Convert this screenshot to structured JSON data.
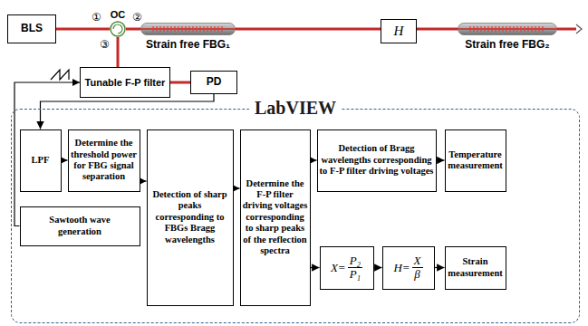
{
  "diagram": {
    "nodes": [
      {
        "text": [
          "BLS"
        ]
      },
      {
        "text": [
          "OC"
        ]
      },
      {
        "text": [
          "Strain free FBG₁"
        ]
      },
      {
        "text": [
          "H"
        ]
      },
      {
        "text": [
          "Strain free FBG₂"
        ]
      },
      {
        "text": [
          "Tunable F-P filter"
        ]
      },
      {
        "text": [
          "PD"
        ]
      },
      {
        "text": [
          "LabVIEW"
        ]
      },
      {
        "text": [
          "LPF"
        ],
        "in": 7
      },
      {
        "text": [
          "Determine the threshold power for FBG signal separation"
        ],
        "in": 7
      },
      {
        "text": [
          "Sawtooth wave generation"
        ],
        "in": 7
      },
      {
        "text": [
          "Detection of sharp peaks corresponding to FBGs Bragg wavelengths"
        ],
        "in": 7
      },
      {
        "text": [
          "Determine the F-P filter driving voltages corresponding to sharp peaks of the reflection spectra"
        ],
        "in": 7
      },
      {
        "text": [
          "Detection of Bragg wavelengths corresponding to F-P filter driving voltages"
        ],
        "in": 7
      },
      {
        "text": [
          "Temperature measurement"
        ],
        "in": 7
      },
      {
        "text": [
          "X=",
          "P₂",
          "P₁"
        ],
        "in": 7
      },
      {
        "text": [
          "H=",
          "X",
          "β"
        ],
        "in": 7
      },
      {
        "text": [
          "Strain measurement"
        ],
        "in": 7
      }
    ],
    "edges": [
      {
        "from": 0,
        "to": 1,
        "arrow": "none"
      },
      {
        "from": 1,
        "to": 2,
        "arrow": "none"
      },
      {
        "from": 2,
        "to": 3,
        "arrow": "none"
      },
      {
        "from": 3,
        "to": 4,
        "arrow": "none"
      },
      {
        "from": 1,
        "to": 5,
        "arrow": "none"
      },
      {
        "from": 5,
        "to": 6,
        "arrow": "none"
      },
      {
        "from": 6,
        "to": 8,
        "arrow": "to"
      },
      {
        "from": 8,
        "to": 9,
        "arrow": "to"
      },
      {
        "from": 9,
        "to": 11,
        "arrow": "to"
      },
      {
        "from": 11,
        "to": 12,
        "arrow": "to"
      },
      {
        "from": 12,
        "to": 13,
        "arrow": "to"
      },
      {
        "from": 13,
        "to": 14,
        "arrow": "to"
      },
      {
        "from": 12,
        "to": 15,
        "arrow": "to"
      },
      {
        "from": 15,
        "to": 16,
        "arrow": "to"
      },
      {
        "from": 16,
        "to": 17,
        "arrow": "to"
      },
      {
        "from": 10,
        "to": 5,
        "arrow": "to"
      }
    ],
    "labels": [
      "①",
      "②",
      "③"
    ]
  }
}
